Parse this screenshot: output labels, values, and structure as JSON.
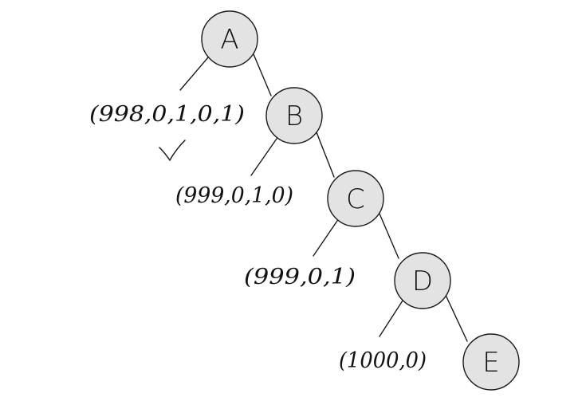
{
  "nodes": [
    {
      "id": "A",
      "label": "A"
    },
    {
      "id": "B",
      "label": "B"
    },
    {
      "id": "C",
      "label": "C"
    },
    {
      "id": "D",
      "label": "D"
    },
    {
      "id": "E",
      "label": "E"
    }
  ],
  "tuples": [
    {
      "id": "t1",
      "text": "(998,0,1,0,1)",
      "checked": true
    },
    {
      "id": "t2",
      "text": "(999,0,1,0)",
      "checked": false
    },
    {
      "id": "t3",
      "text": "(999,0,1)",
      "checked": false
    },
    {
      "id": "t4",
      "text": "(1000,0)",
      "checked": false
    }
  ]
}
